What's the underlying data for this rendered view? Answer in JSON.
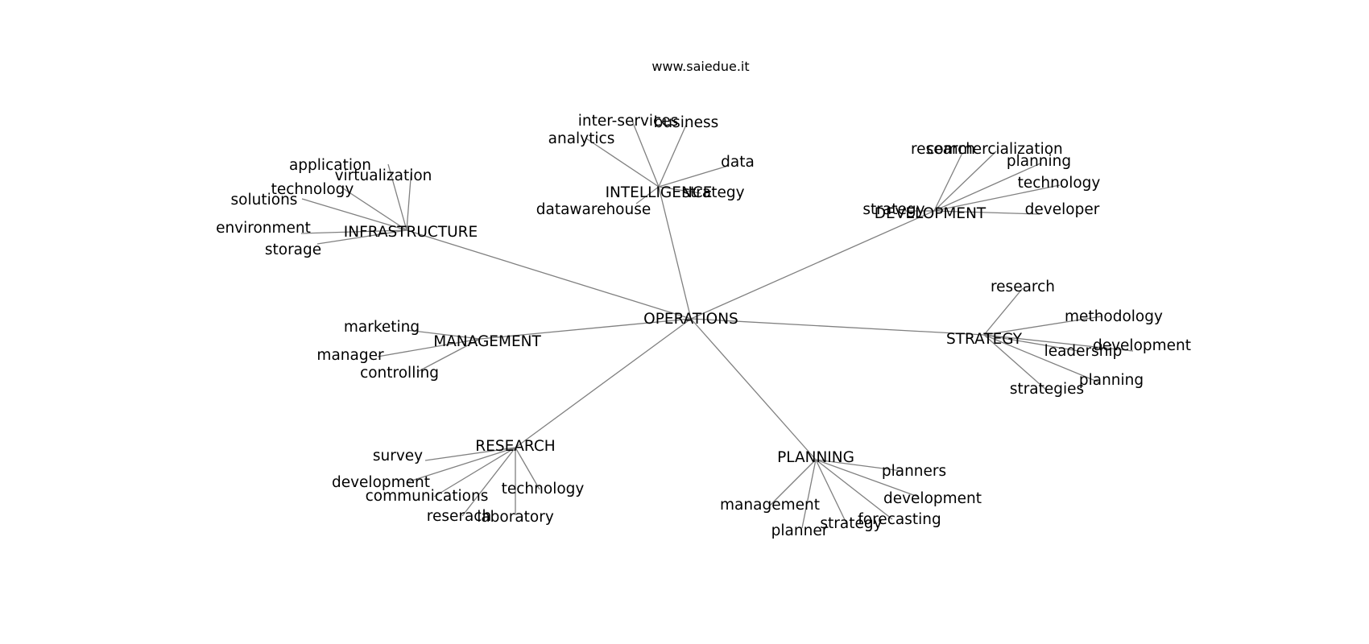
{
  "watermark": "www.saiedue.it",
  "root": "OPERATIONS",
  "hubs": [
    {
      "id": "infrastructure",
      "label": "INFRASTRUCTURE",
      "terms": [
        "application",
        "virtualization",
        "technology",
        "solutions",
        "environment",
        "storage"
      ]
    },
    {
      "id": "intelligence",
      "label": "INTELLIGENCE",
      "terms": [
        "inter-services",
        "business",
        "analytics",
        "data",
        "strategy",
        "datawarehouse"
      ]
    },
    {
      "id": "development",
      "label": "DEVELOPMENT",
      "terms": [
        "research",
        "commercialization",
        "planning",
        "technology",
        "strategy",
        "developer"
      ]
    },
    {
      "id": "strategy",
      "label": "STRATEGY",
      "terms": [
        "research",
        "methodology",
        "development",
        "leadership",
        "planning",
        "strategies"
      ]
    },
    {
      "id": "management",
      "label": "MANAGEMENT",
      "terms": [
        "marketing",
        "manager",
        "controlling"
      ]
    },
    {
      "id": "research",
      "label": "RESEARCH",
      "terms": [
        "survey",
        "development",
        "communications",
        "technology",
        "reserach",
        "laboratory"
      ]
    },
    {
      "id": "planning",
      "label": "PLANNING",
      "terms": [
        "planners",
        "management",
        "development",
        "forecasting",
        "strategy",
        "planner"
      ]
    }
  ]
}
